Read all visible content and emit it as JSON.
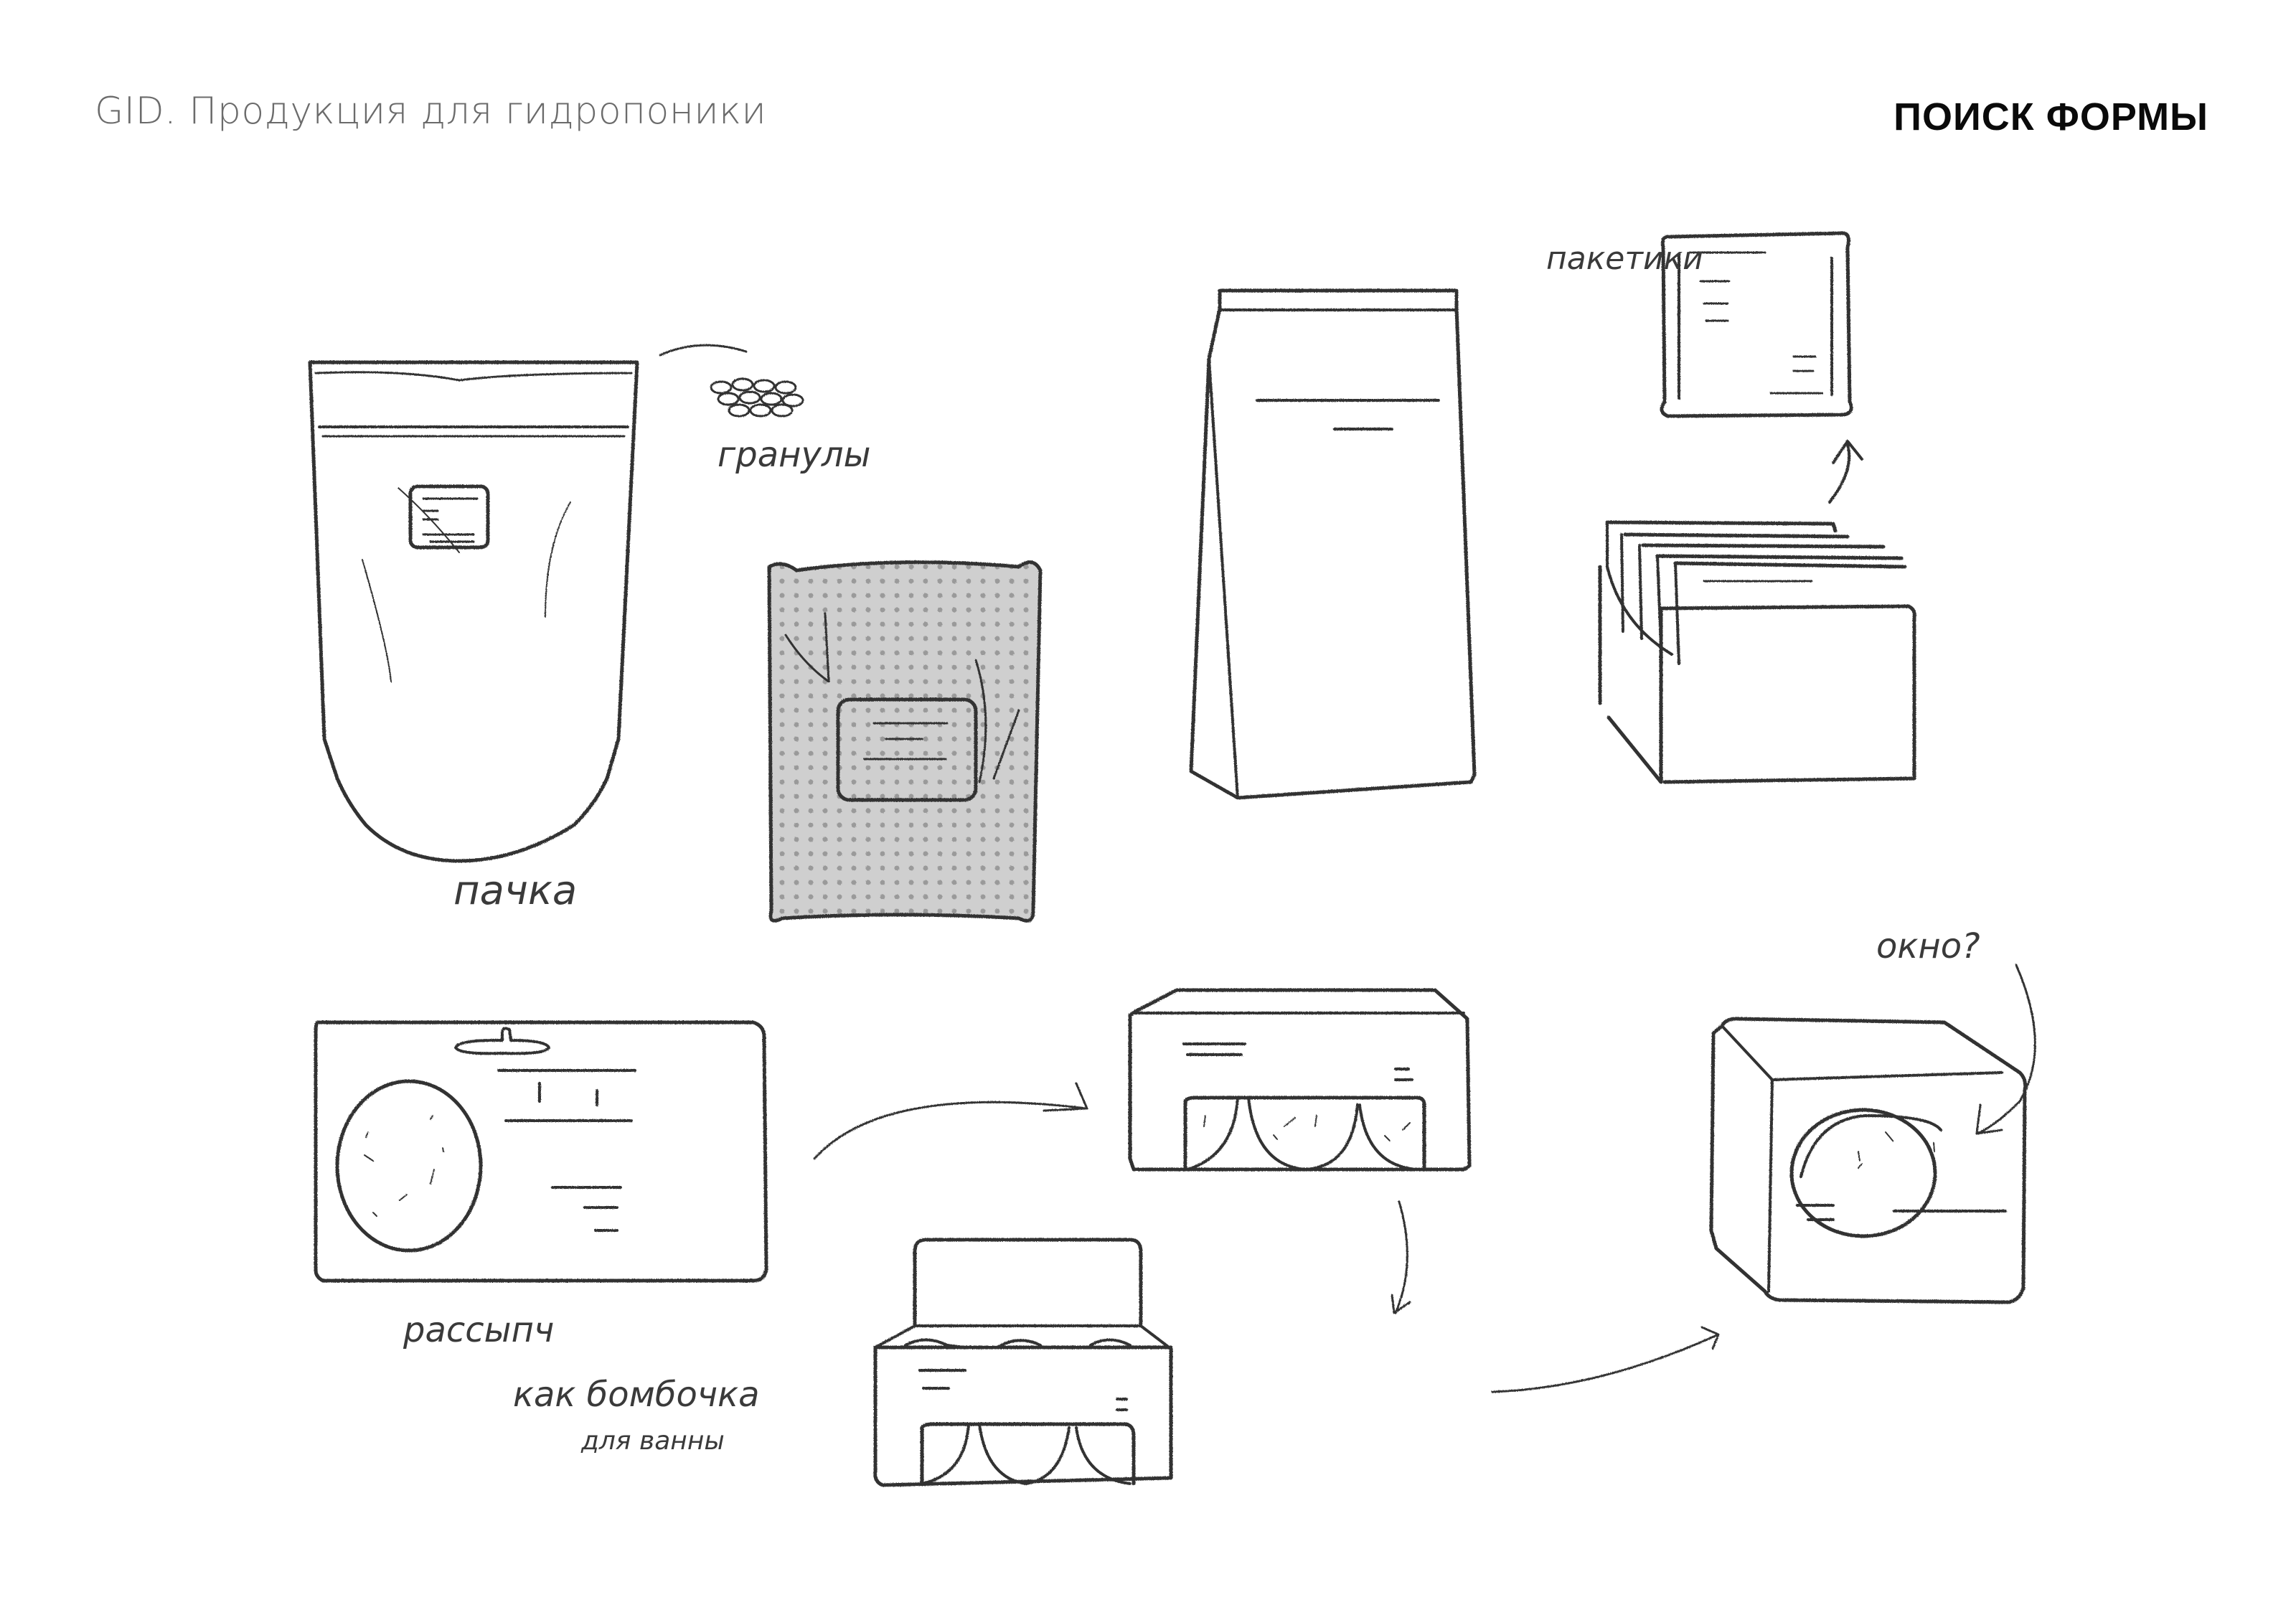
{
  "header": {
    "project_title": "GID. Продукция для гидропоники",
    "section_title": "ПОИСК ФОРМЫ"
  },
  "annotations": {
    "granules": "гранулы",
    "pack": "пачка",
    "sachets": "пакетики",
    "loose": "рассыпч",
    "bath_bomb_line1": "как бомбочка",
    "bath_bomb_line2": "для ванны",
    "window": "окно?"
  },
  "colors": {
    "ink": "#333333",
    "dotted_fill": "#cfcfcf",
    "dot": "#9a9a9a",
    "header_gray": "#6b6b6b",
    "header_black": "#0a0a0a"
  }
}
